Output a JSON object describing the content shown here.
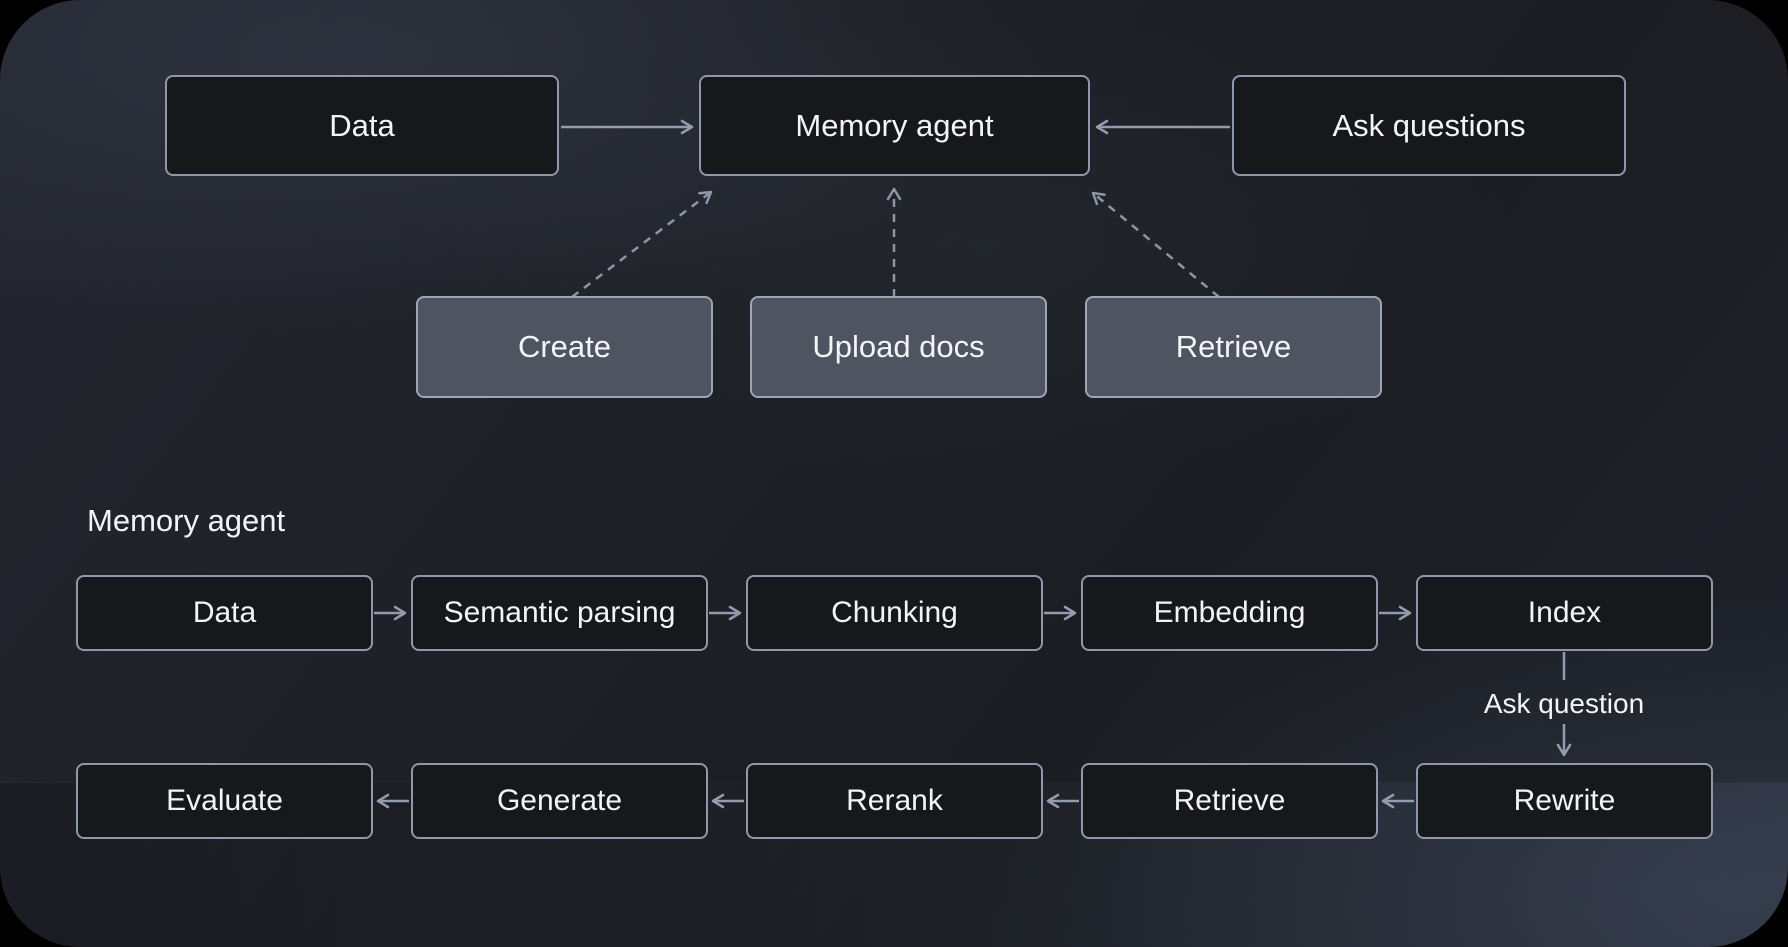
{
  "palette": {
    "text": "#f2f4f7",
    "dark_node_fill": "#17181c",
    "dark_node_border": "#8f98ab",
    "light_node_fill": "#4e5560",
    "light_node_border": "#9da6b8",
    "arrow": "#939cae",
    "dashed_arrow": "#8d95a6"
  },
  "top_flow": {
    "nodes": [
      {
        "id": "data",
        "label": "Data"
      },
      {
        "id": "memory-agent",
        "label": "Memory agent"
      },
      {
        "id": "ask-questions",
        "label": "Ask questions"
      }
    ],
    "actions": [
      {
        "id": "create",
        "label": "Create"
      },
      {
        "id": "upload-docs",
        "label": "Upload docs"
      },
      {
        "id": "retrieve",
        "label": "Retrieve"
      }
    ]
  },
  "detail_flow": {
    "section_label": "Memory agent",
    "row1": [
      "Data",
      "Semantic parsing",
      "Chunking",
      "Embedding",
      "Index"
    ],
    "edge_label": "Ask question",
    "row2": [
      "Evaluate",
      "Generate",
      "Rerank",
      "Retrieve",
      "Rewrite"
    ]
  }
}
